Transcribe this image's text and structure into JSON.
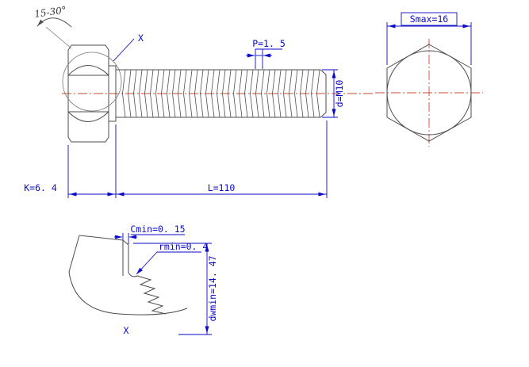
{
  "figure": {
    "kind": "hex-bolt-engineering-drawing",
    "colors": {
      "dimension_blue": "#0a0ac8",
      "drawing_gray": "#4d4d4d",
      "centerline_red": "#cc4a33"
    }
  },
  "main_view": {
    "chamfer_angle": "15-30°",
    "detail_marker": "X",
    "pitch": "P=1. 5",
    "thread_diameter": "d=M10",
    "head_height": "K=6. 4",
    "length": "L=110"
  },
  "end_view": {
    "width_across_flats": "Smax=16"
  },
  "detail_view": {
    "chamfer_min": "Cmin=0. 15",
    "fillet_radius_min": "rmin=0. 4",
    "bearing_face_diameter_min": "dwmin=14. 47",
    "detail_marker": "X"
  }
}
